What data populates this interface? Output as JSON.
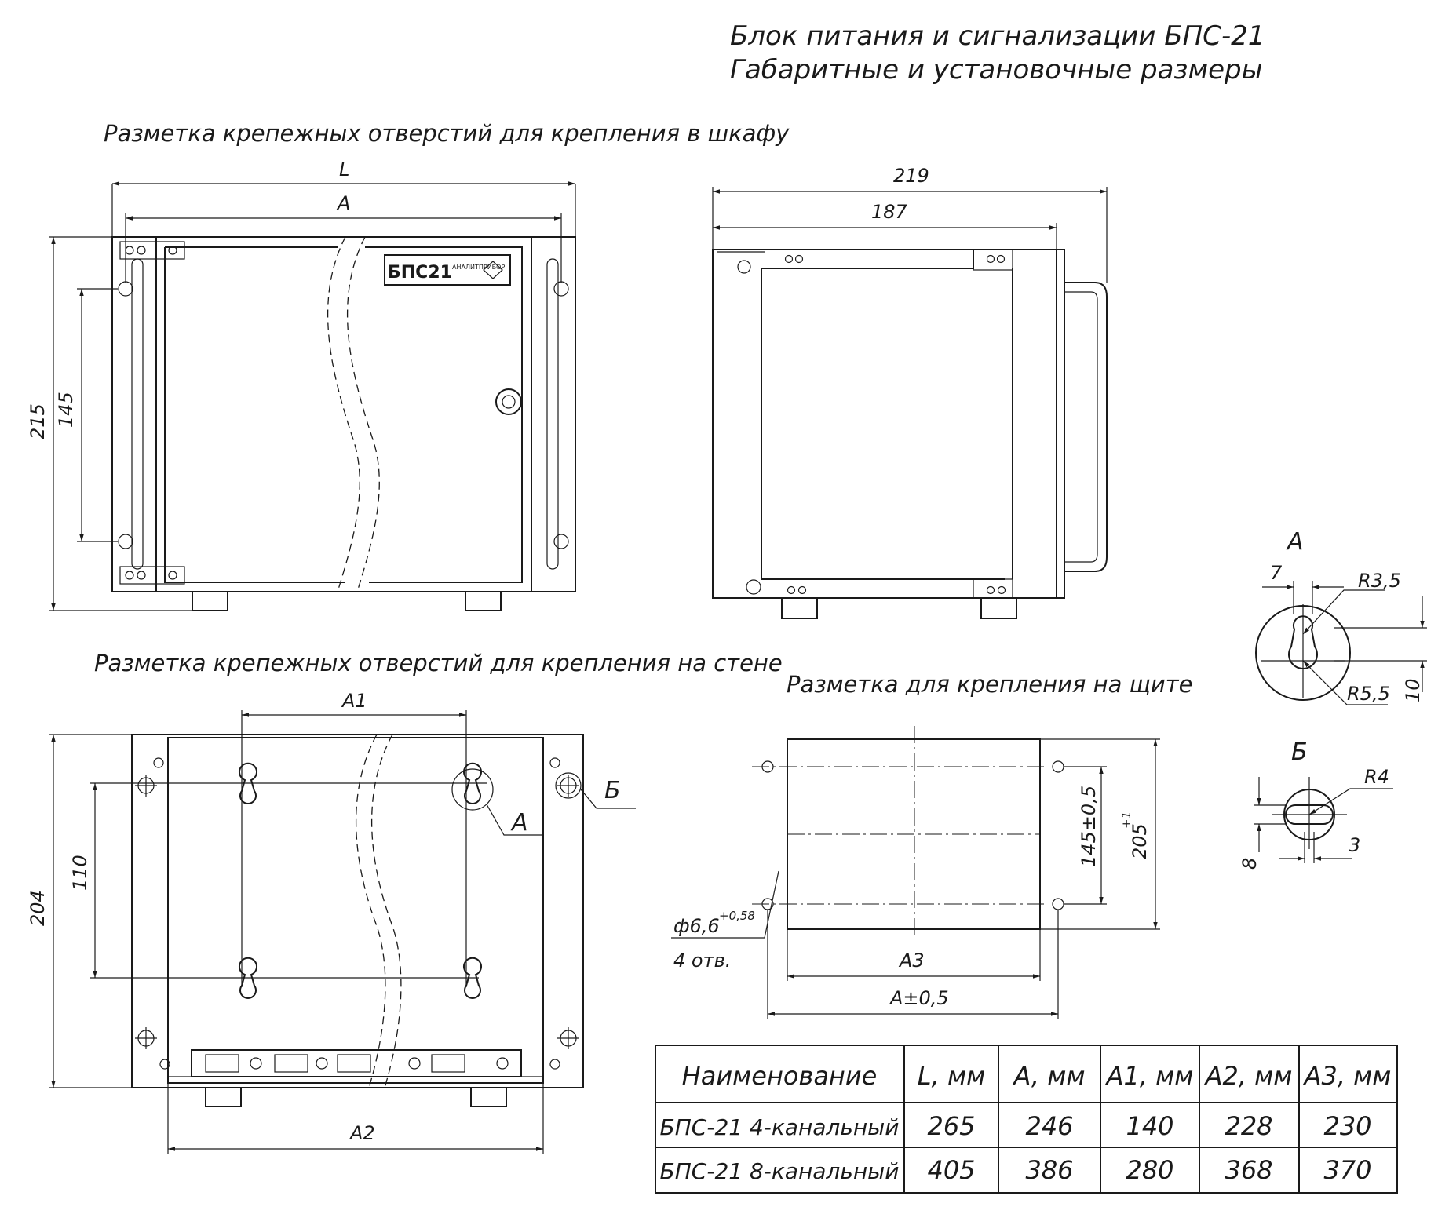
{
  "header": {
    "title_line1": "Блок питания и сигнализации БПС-21",
    "title_line2": "Габаритные и установочные размеры"
  },
  "sections": {
    "cabinet": "Разметка крепежных отверстий для крепления в шкафу",
    "wall": "Разметка крепежных отверстий для крепления на стене",
    "panel": "Разметка для крепления на щите"
  },
  "front_view": {
    "dim_L": "L",
    "dim_A": "A",
    "dim_215": "215",
    "dim_145": "145",
    "label_device": "БПС21",
    "label_brand": "АНАЛИТПРИБОР"
  },
  "side_view": {
    "dim_219": "219",
    "dim_187": "187"
  },
  "wall_view": {
    "dim_A1": "A1",
    "dim_A2": "A2",
    "dim_204": "204",
    "dim_110": "110",
    "callout_A": "A",
    "callout_B": "Б"
  },
  "panel_view": {
    "dim_A3": "A3",
    "dim_A_tol": "A±0,5",
    "dim_145_tol": "145±0,5",
    "dim_205": "205",
    "dim_205_sup": "+1",
    "hole_dia": "ф6,6",
    "hole_tol": "+0,58",
    "hole_count": "4 отв."
  },
  "detail_A": {
    "title": "A",
    "d_7": "7",
    "r_35": "R3,5",
    "r_55": "R5,5",
    "d_10": "10"
  },
  "detail_B": {
    "title": "Б",
    "r_4": "R4",
    "d_3": "3",
    "d_8": "8"
  },
  "table": {
    "headers": [
      "Наименование",
      "L, мм",
      "A, мм",
      "A1, мм",
      "A2, мм",
      "A3, мм"
    ],
    "rows": [
      [
        "БПС-21 4-канальный",
        "265",
        "246",
        "140",
        "228",
        "230"
      ],
      [
        "БПС-21 8-канальный",
        "405",
        "386",
        "280",
        "368",
        "370"
      ]
    ]
  }
}
